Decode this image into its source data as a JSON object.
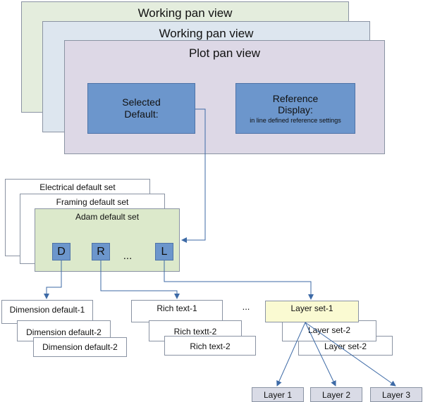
{
  "views": {
    "working_view_1": "Working pan view",
    "working_view_2": "Working pan view",
    "plot_view": "Plot pan view",
    "selected_default_line1": "Selected",
    "selected_default_line2": "Default:",
    "reference_display_line1": "Reference",
    "reference_display_line2": "Display:",
    "reference_display_note": "in line defined reference settings"
  },
  "default_sets": {
    "electrical": "Electrical default set",
    "framing": "Framing default set",
    "adam": "Adam default set",
    "keys": [
      "D",
      "R",
      "...",
      "L"
    ]
  },
  "dimension_defaults": [
    "Dimension default-1",
    "Dimension default-2",
    "Dimension default-2"
  ],
  "rich_texts": [
    "Rich text-1",
    "Rich textt-2",
    "Rich text-2"
  ],
  "rich_ellipsis": "...",
  "layer_sets": [
    "Layer set-1",
    "Layer set-2",
    "Layer set-2"
  ],
  "layers": [
    "Layer 1",
    "Layer 2",
    "Layer 3"
  ],
  "colors": {
    "working_bg": "#e4eddd",
    "working_bg_2": "#dde6ef",
    "plot_bg": "#ddd8e6",
    "blue_box": "#6c96cc",
    "adam_bg": "#dce9cb",
    "layer_set_1_bg": "#fafad2",
    "layer_bg": "#d9dbe6",
    "arrow": "#3d6aa6"
  }
}
